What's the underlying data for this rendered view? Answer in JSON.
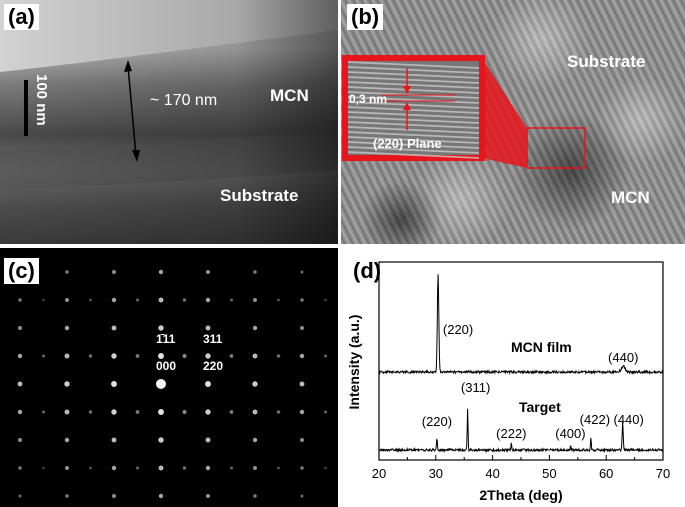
{
  "panels": {
    "a": {
      "label": "(a)",
      "scale_bar": "100 nm",
      "thickness": "~ 170 nm",
      "layer": "MCN",
      "substrate": "Substrate"
    },
    "b": {
      "label": "(b)",
      "substrate": "Substrate",
      "layer": "MCN",
      "spacing": "0,3 nm",
      "plane": "(220) Plane"
    },
    "c": {
      "label": "(c)",
      "spot_111": "1̄11",
      "spot_311": "311",
      "spot_000": "000",
      "spot_220": "220"
    },
    "d": {
      "label": "(d)"
    }
  },
  "chart_data": {
    "type": "line",
    "xlabel": "2Theta (deg)",
    "ylabel": "Intensity (a.u.)",
    "xlim": [
      20,
      70
    ],
    "xticks": [
      20,
      30,
      40,
      50,
      60,
      70
    ],
    "series": [
      {
        "name": "MCN film",
        "peaks": [
          {
            "x": 30.4,
            "label": "(220)"
          },
          {
            "x": 63.0,
            "label": "(440)"
          }
        ]
      },
      {
        "name": "Target",
        "peaks": [
          {
            "x": 30.2,
            "label": "(220)"
          },
          {
            "x": 35.6,
            "label": "(311)"
          },
          {
            "x": 43.3,
            "label": "(222)"
          },
          {
            "x": 53.7,
            "label": "(400)"
          },
          {
            "x": 57.3,
            "label": "(422)"
          },
          {
            "x": 62.9,
            "label": "(440)"
          }
        ]
      }
    ]
  },
  "colors": {
    "highlight": "#e8141c",
    "spot": "#f4f4f4"
  }
}
